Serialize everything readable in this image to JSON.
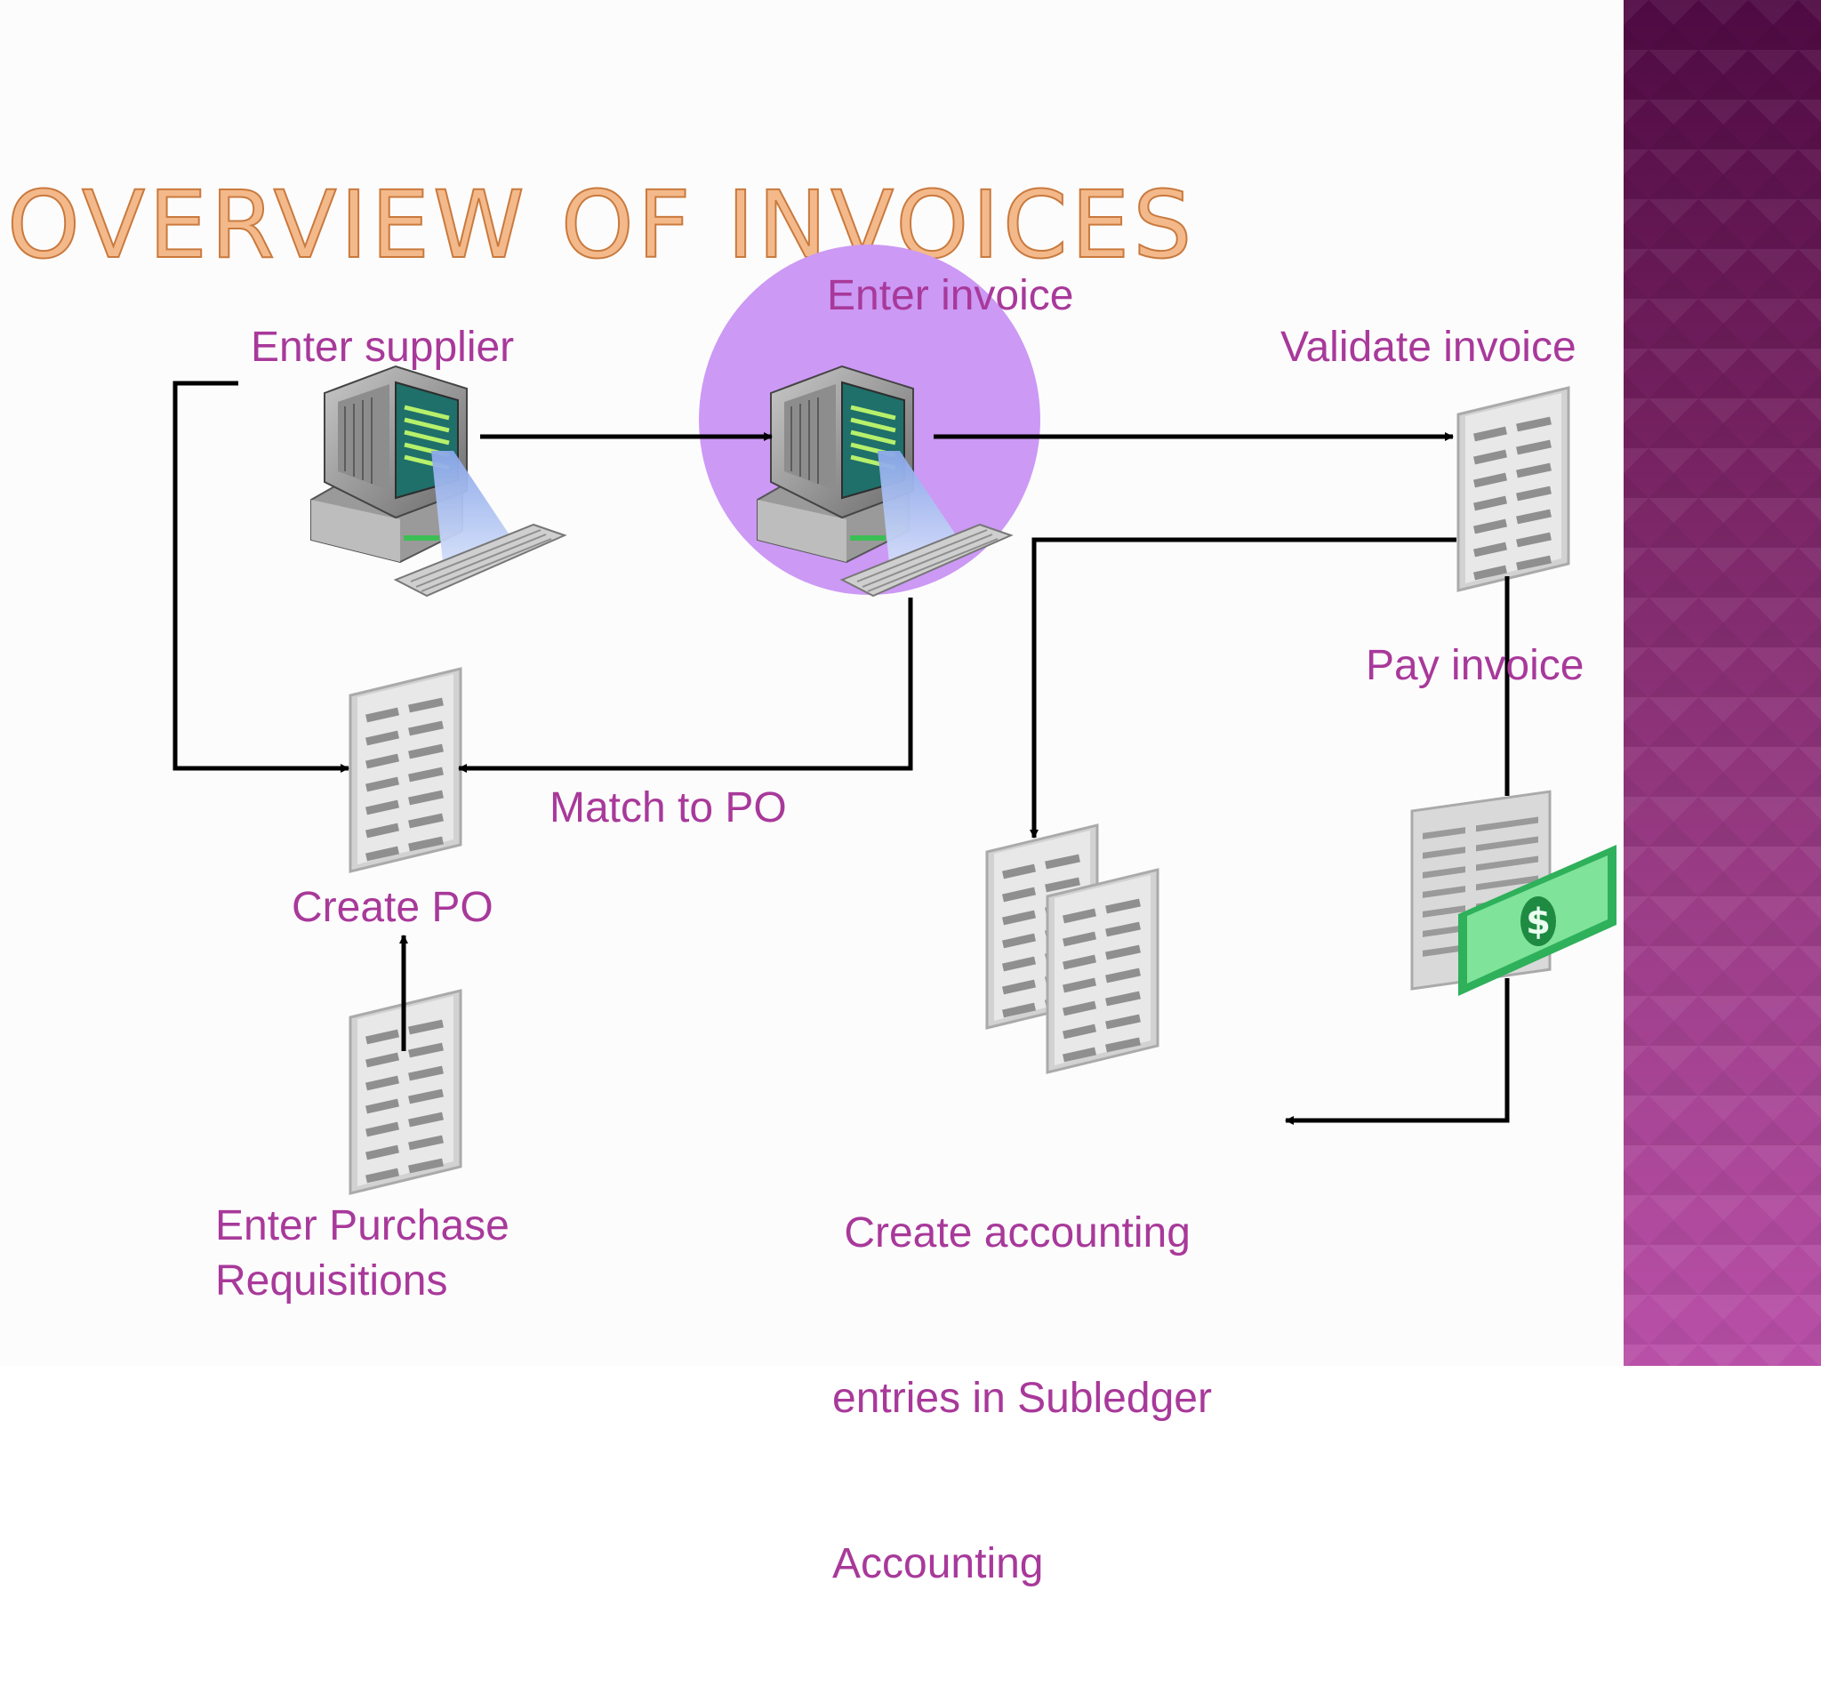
{
  "title": "Overview of Invoices",
  "colors": {
    "label": "#a8399a",
    "highlight": "#cc99f5",
    "title_fill": "#f4b98a",
    "title_stroke": "#c97a3e",
    "side_band_top": "#4e0a42",
    "side_band_bottom": "#b950a8",
    "money": "#7fe39a",
    "connector": "#000000"
  },
  "nodes": {
    "enter_supplier": {
      "label": "Enter supplier",
      "icon": "computer-icon"
    },
    "enter_invoice": {
      "label": "Enter invoice",
      "icon": "computer-icon",
      "highlighted": true
    },
    "validate_invoice": {
      "label": "Validate invoice",
      "icon": "document-icon"
    },
    "pay_invoice": {
      "label": "Pay invoice",
      "icon": "payment-icon"
    },
    "create_po": {
      "label": "Create PO",
      "icon": "document-icon"
    },
    "enter_purchase_requisitions": {
      "label_lines": [
        "Enter Purchase",
        "Requisitions"
      ],
      "icon": "document-icon"
    },
    "create_accounting": {
      "label_lines": [
        " Create accounting",
        "entries in Subledger",
        "Accounting"
      ],
      "icon": "documents-icon"
    }
  },
  "edges": {
    "match_to_po": {
      "label": "Match to PO"
    }
  }
}
